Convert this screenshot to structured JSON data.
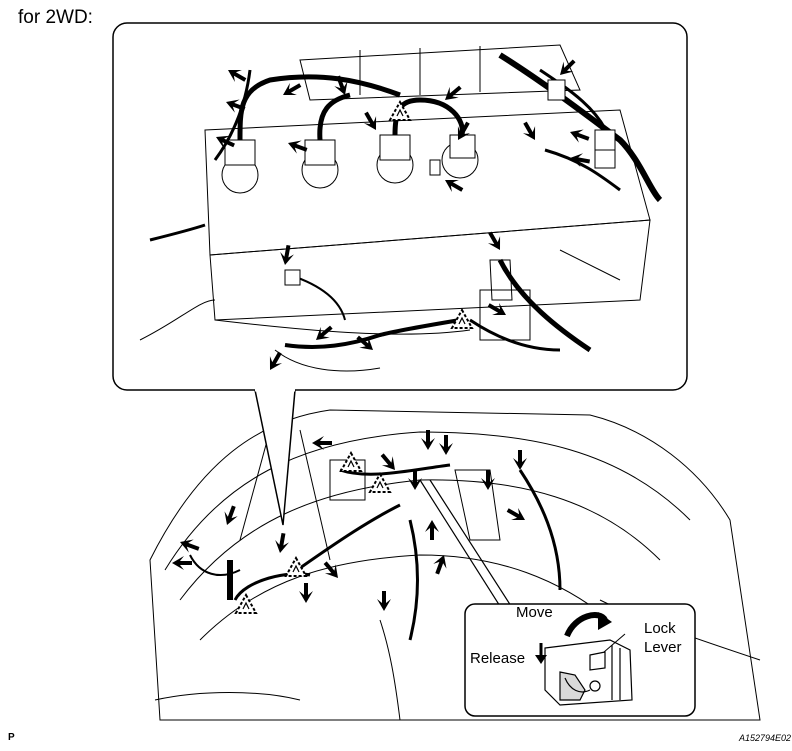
{
  "heading": "for 2WD:",
  "detail_callout": {
    "move_label": "Move",
    "release_label": "Release",
    "lock_label": "Lock",
    "lever_label": "Lever"
  },
  "figure_code": "A152794E02",
  "page_mark": "P",
  "icons": {
    "arrow": "black-arrow-icon",
    "reuse_triangle": "triangle-warning-icon"
  },
  "colors": {
    "ink": "#000000",
    "paper": "#ffffff",
    "shade": "#d9d9d9"
  }
}
